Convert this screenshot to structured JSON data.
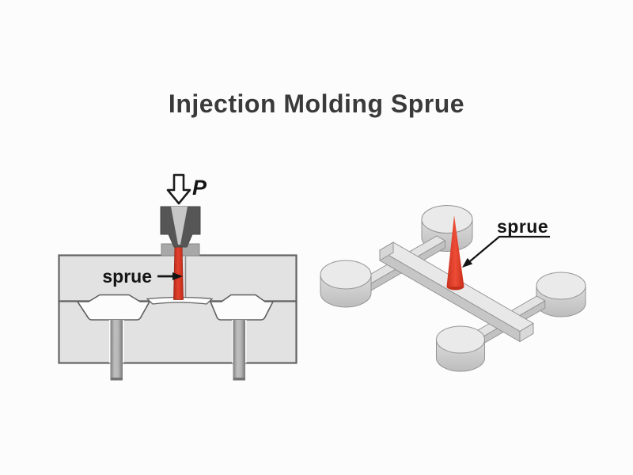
{
  "title": "Injection Molding Sprue",
  "left_diagram": {
    "description": "Cross-section of injection mold with nozzle, sprue channel, cavities and ejector pins",
    "pressure_label": "P",
    "sprue_label": "sprue"
  },
  "right_diagram": {
    "description": "Isometric view of molded shot: four disc parts on runner system with sprue cone",
    "sprue_label": "sprue"
  },
  "colors": {
    "background": "#fcfcfc",
    "title_text": "#3a3a3a",
    "label_text": "#141414",
    "mold_fill": "#e2e2e2",
    "mold_stroke": "#636363",
    "nozzle_dark": "#565656",
    "nozzle_bore": "#c7c7c7",
    "sprue_bushing": "#a8a8a8",
    "sprue_red": "#dd3a28",
    "sprue_red_dark": "#b02715",
    "pin_gray": "#989898",
    "part_gray_top": "#e9e9e9",
    "part_gray_side": "#c6c6c6",
    "part_outline": "#949494",
    "cavity_white": "#fcfcfc"
  }
}
